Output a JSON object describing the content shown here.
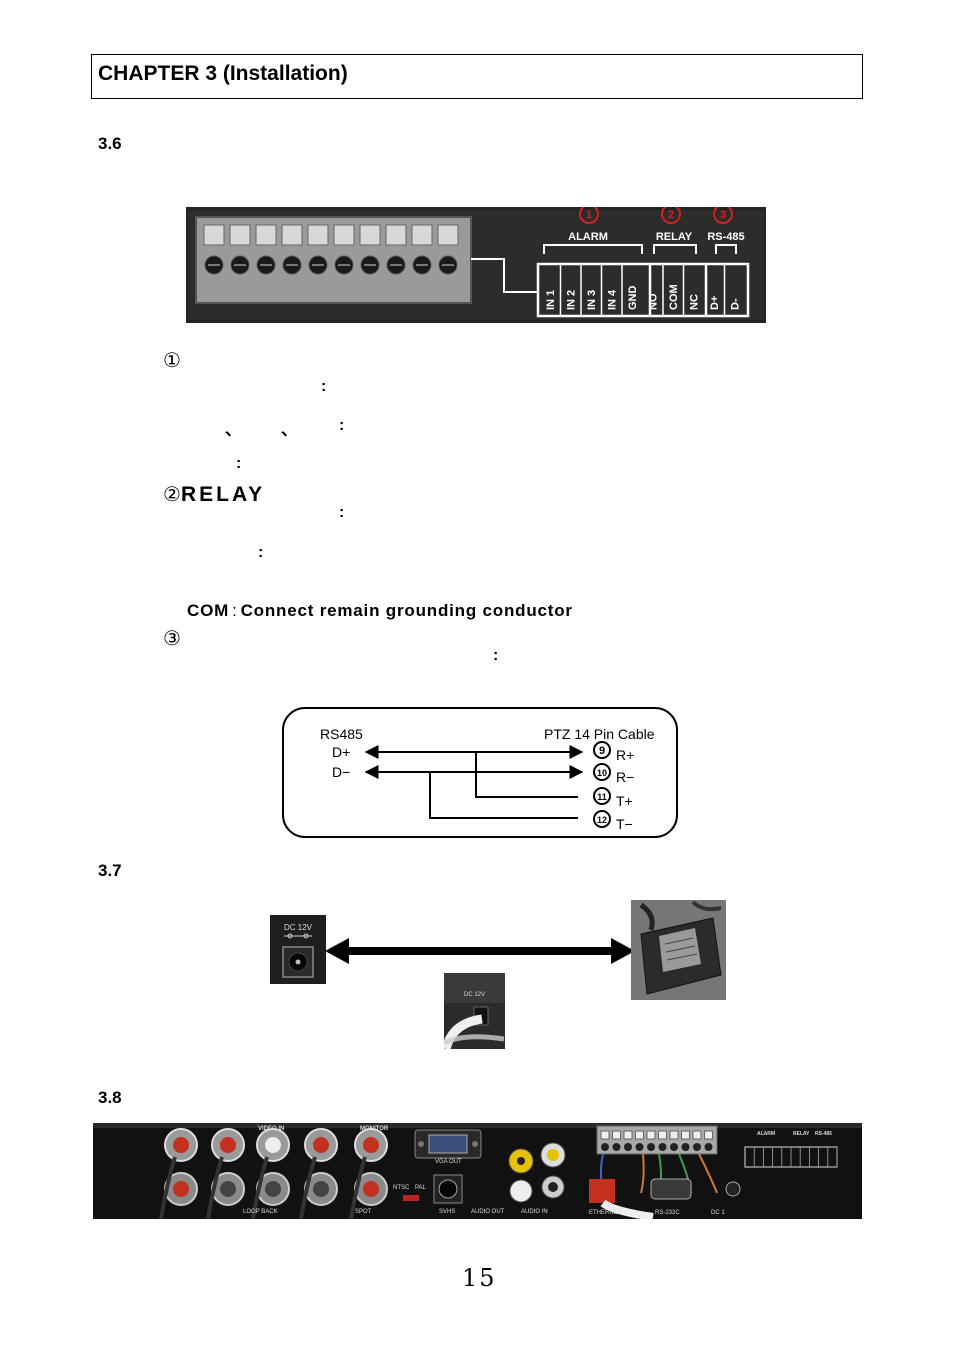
{
  "header": {
    "chapter_title": "CHAPTER 3 (Installation)"
  },
  "section_3_6": {
    "number": "3.6",
    "terminal_panel": {
      "group_labels": [
        "ALARM",
        "RELAY",
        "RS-485"
      ],
      "markers": [
        "①",
        "②",
        "③"
      ],
      "pins": [
        "IN 1",
        "IN 2",
        "IN 3",
        "IN 4",
        "GND",
        "NO",
        "COM",
        "NC",
        "D+",
        "D-"
      ]
    },
    "item1": {
      "marker": "①",
      "colon1": ":",
      "sep1": "、",
      "sep2": "、",
      "colon2": ":",
      "colon3": ":"
    },
    "item2": {
      "marker": "②",
      "title": "RELAY",
      "colon1": ":",
      "colon2": ":",
      "com_label": "COM",
      "com_colon": ":",
      "com_text": "Connect remain grounding conductor"
    },
    "item3": {
      "marker": "③",
      "colon": ":"
    },
    "wiring_diagram": {
      "left_title": "RS485",
      "right_title": "PTZ 14 Pin Cable",
      "left_pins": [
        "D+",
        "D−"
      ],
      "right_pins": [
        {
          "num": "9",
          "label": "R+"
        },
        {
          "num": "10",
          "label": "R−"
        },
        {
          "num": "11",
          "label": "T+"
        },
        {
          "num": "12",
          "label": "T−"
        }
      ]
    }
  },
  "section_3_7": {
    "number": "3.7",
    "dc_jack_label": "DC 12V",
    "dc_small_label": "DC 12V"
  },
  "section_3_8": {
    "number": "3.8",
    "rear_panel_labels": {
      "video_in": "VIDEO IN",
      "monitor": "MONITOR",
      "vga_out": "VGA OUT",
      "loop_back": "LOOP BACK",
      "spot": "SPOT",
      "ntsc": "NTSC",
      "pal": "PAL",
      "svhs": "SVHS",
      "audio_out": "AUDIO OUT",
      "audio_in": "AUDIO IN",
      "ethernet": "ETHERNET",
      "rs232c": "RS-232C",
      "dc": "DC 1",
      "alarm": "ALARM",
      "relay": "RELAY",
      "rs485": "RS-485"
    }
  },
  "footer": {
    "page_number": "15"
  }
}
